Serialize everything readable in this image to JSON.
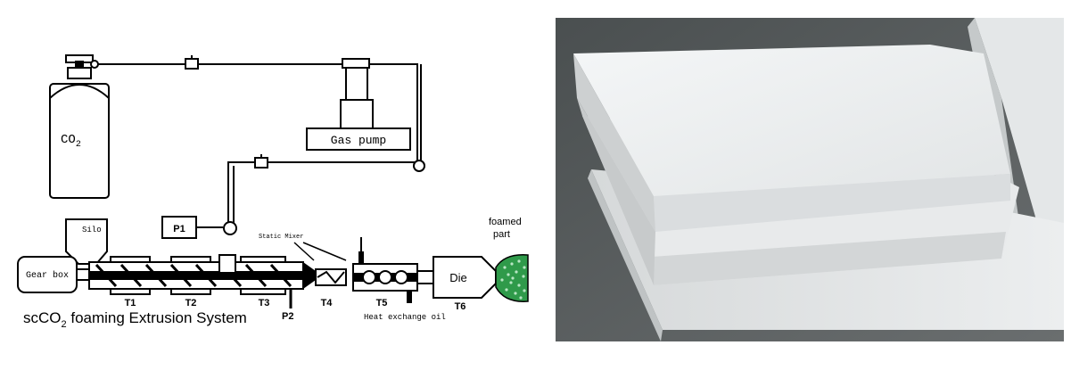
{
  "diagram": {
    "title_main": "scCO",
    "title_sub": "2",
    "title_rest": " foaming Extrusion System",
    "co2_label": "CO",
    "co2_sub": "2",
    "gas_pump": "Gas pump",
    "p1": "P1",
    "p2": "P2",
    "silo": "Silo",
    "gear_box": "Gear box",
    "static_mixer": "Static Mixer",
    "die": "Die",
    "foamed_line1": "foamed",
    "foamed_line2": "part",
    "heat_exchange": "Heat exchange oil",
    "zones": [
      "T1",
      "T2",
      "T3",
      "T4",
      "T5",
      "T6"
    ]
  },
  "photo": {
    "subject": "stacked white foam boards",
    "colors": {
      "floor": "#55595a",
      "board": "#e9ebec",
      "edge": "#c9cccd"
    }
  }
}
